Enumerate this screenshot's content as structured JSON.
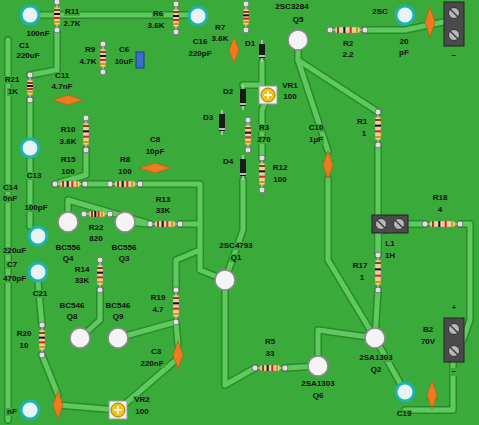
{
  "diagram": {
    "labels": [
      "R11",
      "2.7K",
      "100nF",
      "C1",
      "220uF",
      "R6",
      "3.6K",
      "R7",
      "3.6K",
      "C16",
      "220pF",
      "D1",
      "2SC3284",
      "Q5",
      "R2",
      "2.2",
      "2SC",
      "20",
      "pF",
      "R9",
      "4.7K",
      "C6",
      "10uF",
      "C11",
      "4.7nF",
      "R21",
      "1K",
      "VR1",
      "100",
      "D2",
      "D3",
      "R3",
      "270",
      "D4",
      "C10",
      "1µF",
      "R1",
      "1",
      "R10",
      "3.6K",
      "C8",
      "10pF",
      "R15",
      "100",
      "R8",
      "100",
      "R12",
      "100",
      "C14",
      "0nF",
      "C13",
      "100pF",
      "R13",
      "33K",
      "R18",
      "4",
      "R22",
      "820",
      "BC556",
      "Q4",
      "BC556",
      "Q3",
      "2SC4793",
      "Q1",
      "L1",
      "1H",
      "220uF",
      "C7",
      "470pF",
      "C21",
      "R14",
      "33K",
      "R17",
      "1",
      "+",
      "B2",
      "70V",
      "−",
      "−",
      "BC546",
      "Q8",
      "BC546",
      "Q9",
      "R19",
      "4.7",
      "R20",
      "10",
      "R5",
      "33",
      "C3",
      "220nF",
      "2SA1303",
      "Q2",
      "2SA1303",
      "Q6",
      "VR2",
      "100",
      "C19",
      "nF"
    ]
  }
}
